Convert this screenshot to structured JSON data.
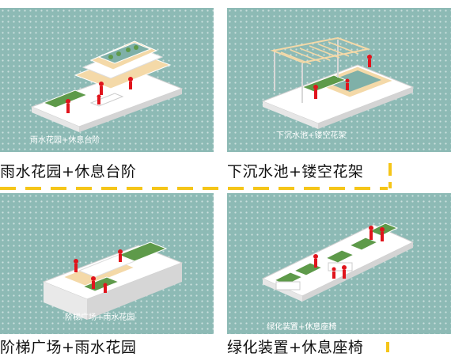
{
  "colors": {
    "panel_bg": "#8dbab5",
    "accent_yellow": "#f5c518",
    "figure_red": "#e0141c",
    "plant_green": "#5e9a4a",
    "wood": "#f4d9a8"
  },
  "panels": [
    {
      "inner_caption": "雨水花园+休息台阶",
      "caption": "雨水花园+休息台阶"
    },
    {
      "inner_caption": "下沉水池+镂空花架",
      "caption": "下沉水池+镂空花架"
    },
    {
      "inner_caption": "阶梯广场+雨水花园",
      "caption": "阶梯广场+雨水花园"
    },
    {
      "inner_caption": "绿化装置+休息座椅",
      "caption": "绿化装置+休息座椅"
    }
  ]
}
